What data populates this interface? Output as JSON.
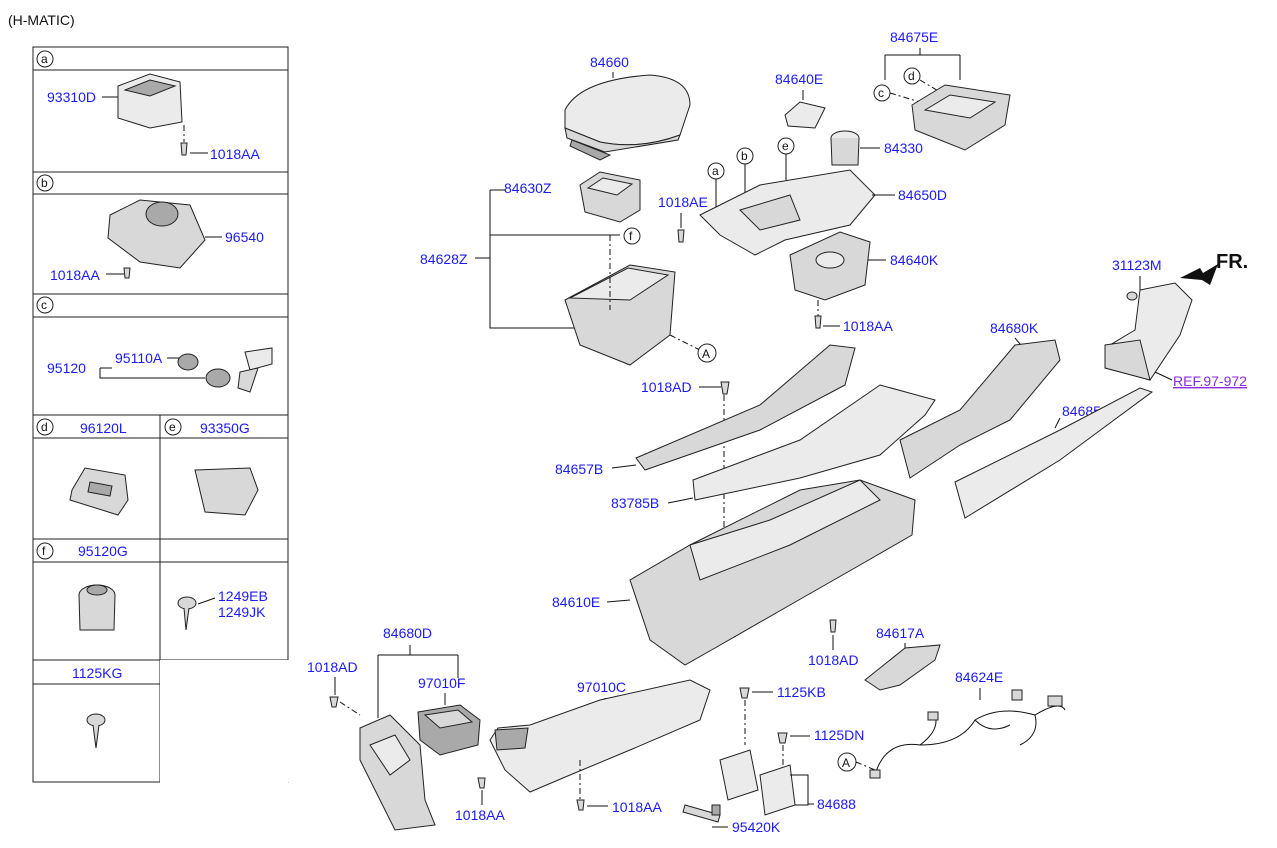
{
  "title": "(H-MATIC)",
  "direction_label": "FR.",
  "reference": "REF.97-972",
  "legend": {
    "a": {
      "letter": "a",
      "parts": [
        "93310D",
        "1018AA"
      ]
    },
    "b": {
      "letter": "b",
      "parts": [
        "96540",
        "1018AA"
      ]
    },
    "c": {
      "letter": "c",
      "parts": [
        "95120",
        "95110A"
      ]
    },
    "d": {
      "letter": "d",
      "part": "96120L"
    },
    "e": {
      "letter": "e",
      "part": "93350G"
    },
    "f": {
      "letter": "f",
      "part": "95120G"
    },
    "g": {
      "parts": [
        "1249EB",
        "1249JK"
      ]
    },
    "h": {
      "part": "1125KG"
    }
  },
  "labels": {
    "p84660": "84660",
    "p84640E": "84640E",
    "p84675E": "84675E",
    "p84330": "84330",
    "p84650D": "84650D",
    "p84630Z": "84630Z",
    "p1018AE": "1018AE",
    "p84628Z": "84628Z",
    "p84640K": "84640K",
    "p1018AA_a": "1018AA",
    "p31123M": "31123M",
    "p84680K": "84680K",
    "p84685Q": "84685Q",
    "p1018AD_a": "1018AD",
    "p84657B": "84657B",
    "p83785B": "83785B",
    "p84610E": "84610E",
    "p1018AD_b": "1018AD",
    "p84617A": "84617A",
    "p84680D": "84680D",
    "p1018AD_c": "1018AD",
    "p97010F": "97010F",
    "p97010C": "97010C",
    "p1125KB": "1125KB",
    "p84624E": "84624E",
    "p1125DN": "1125DN",
    "p84688": "84688",
    "p1018AA_b": "1018AA",
    "p1018AA_c": "1018AA",
    "p95420K": "95420K"
  },
  "callout_letters": {
    "a": "a",
    "b": "b",
    "c": "c",
    "d": "d",
    "e": "e",
    "f": "f",
    "A": "A"
  }
}
